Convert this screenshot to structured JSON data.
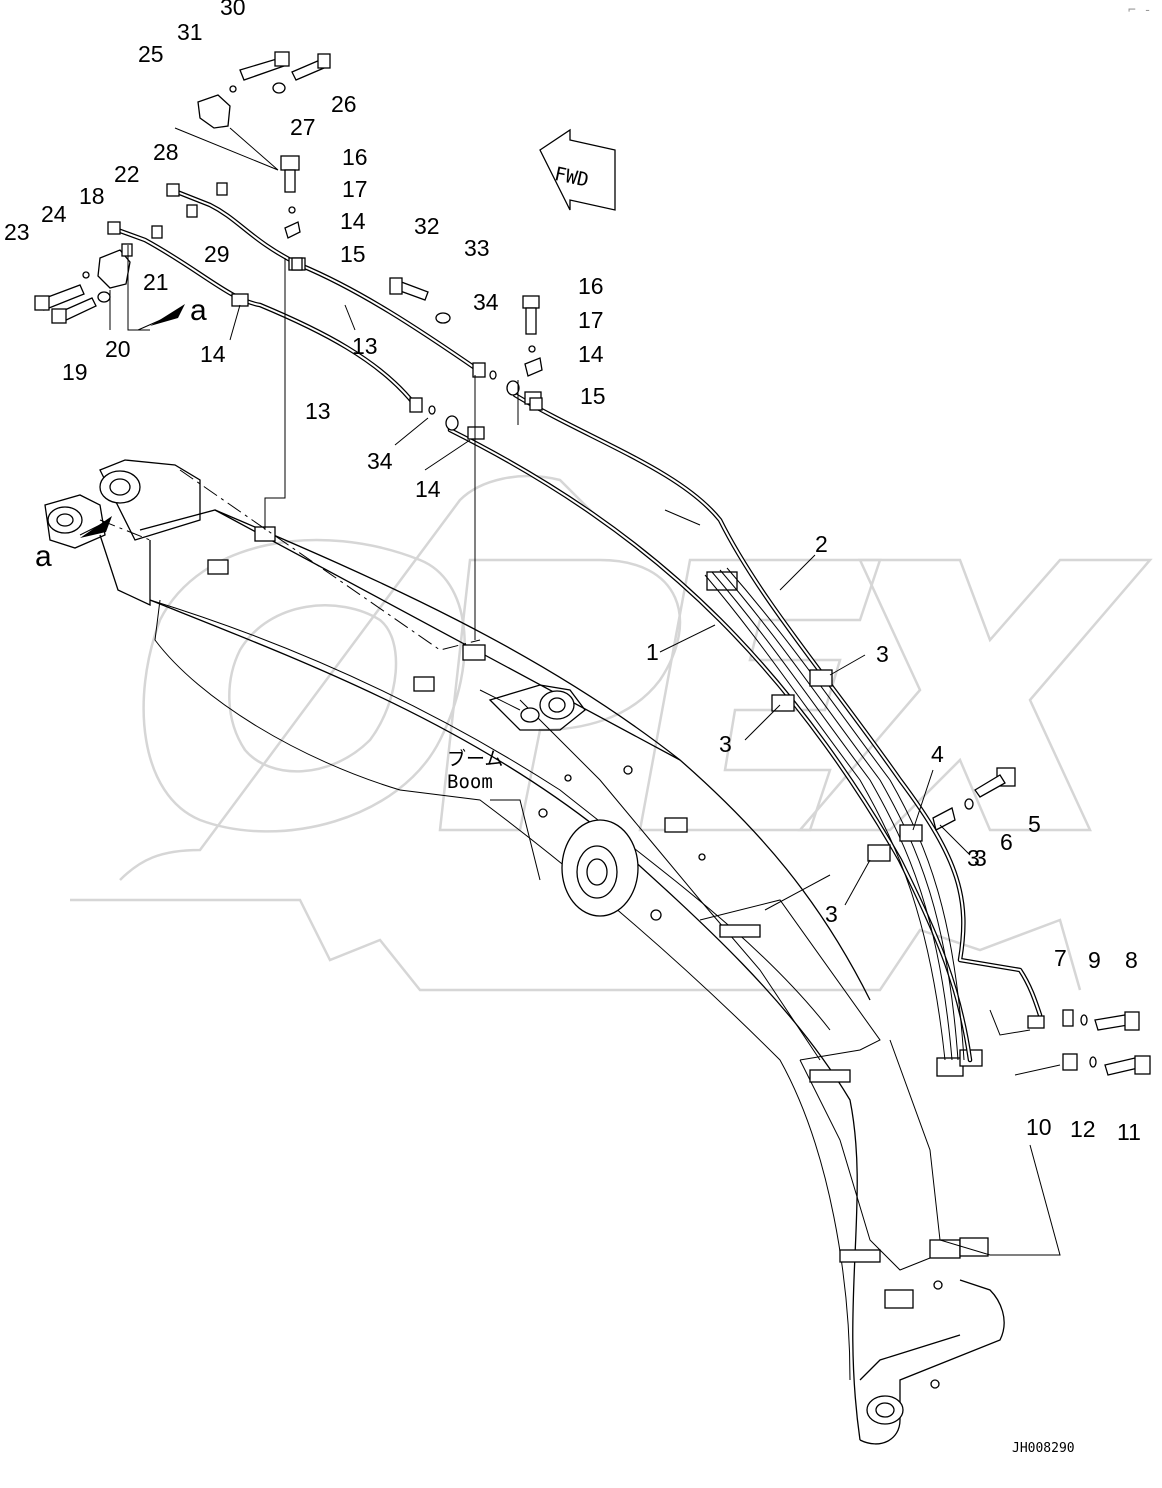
{
  "drawing": {
    "code": "JH008290",
    "fwd_label": "FWD",
    "boom_label_jp": "ブーム",
    "boom_label_en": "Boom",
    "view_label": "a",
    "watermark": "OPEX",
    "corner_mark": "⌐ -"
  },
  "callouts": [
    {
      "num": "1"
    },
    {
      "num": "2"
    },
    {
      "num": "3"
    },
    {
      "num": "3"
    },
    {
      "num": "3"
    },
    {
      "num": "3"
    },
    {
      "num": "3"
    },
    {
      "num": "4"
    },
    {
      "num": "5"
    },
    {
      "num": "6"
    },
    {
      "num": "7"
    },
    {
      "num": "8"
    },
    {
      "num": "9"
    },
    {
      "num": "10"
    },
    {
      "num": "11"
    },
    {
      "num": "12"
    },
    {
      "num": "13"
    },
    {
      "num": "13"
    },
    {
      "num": "14"
    },
    {
      "num": "14"
    },
    {
      "num": "14"
    },
    {
      "num": "14"
    },
    {
      "num": "15"
    },
    {
      "num": "15"
    },
    {
      "num": "16"
    },
    {
      "num": "16"
    },
    {
      "num": "17"
    },
    {
      "num": "17"
    },
    {
      "num": "18"
    },
    {
      "num": "19"
    },
    {
      "num": "20"
    },
    {
      "num": "21"
    },
    {
      "num": "22"
    },
    {
      "num": "23"
    },
    {
      "num": "24"
    },
    {
      "num": "25"
    },
    {
      "num": "26"
    },
    {
      "num": "27"
    },
    {
      "num": "28"
    },
    {
      "num": "29"
    },
    {
      "num": "30"
    },
    {
      "num": "31"
    },
    {
      "num": "32"
    },
    {
      "num": "33"
    },
    {
      "num": "34"
    },
    {
      "num": "34"
    }
  ]
}
